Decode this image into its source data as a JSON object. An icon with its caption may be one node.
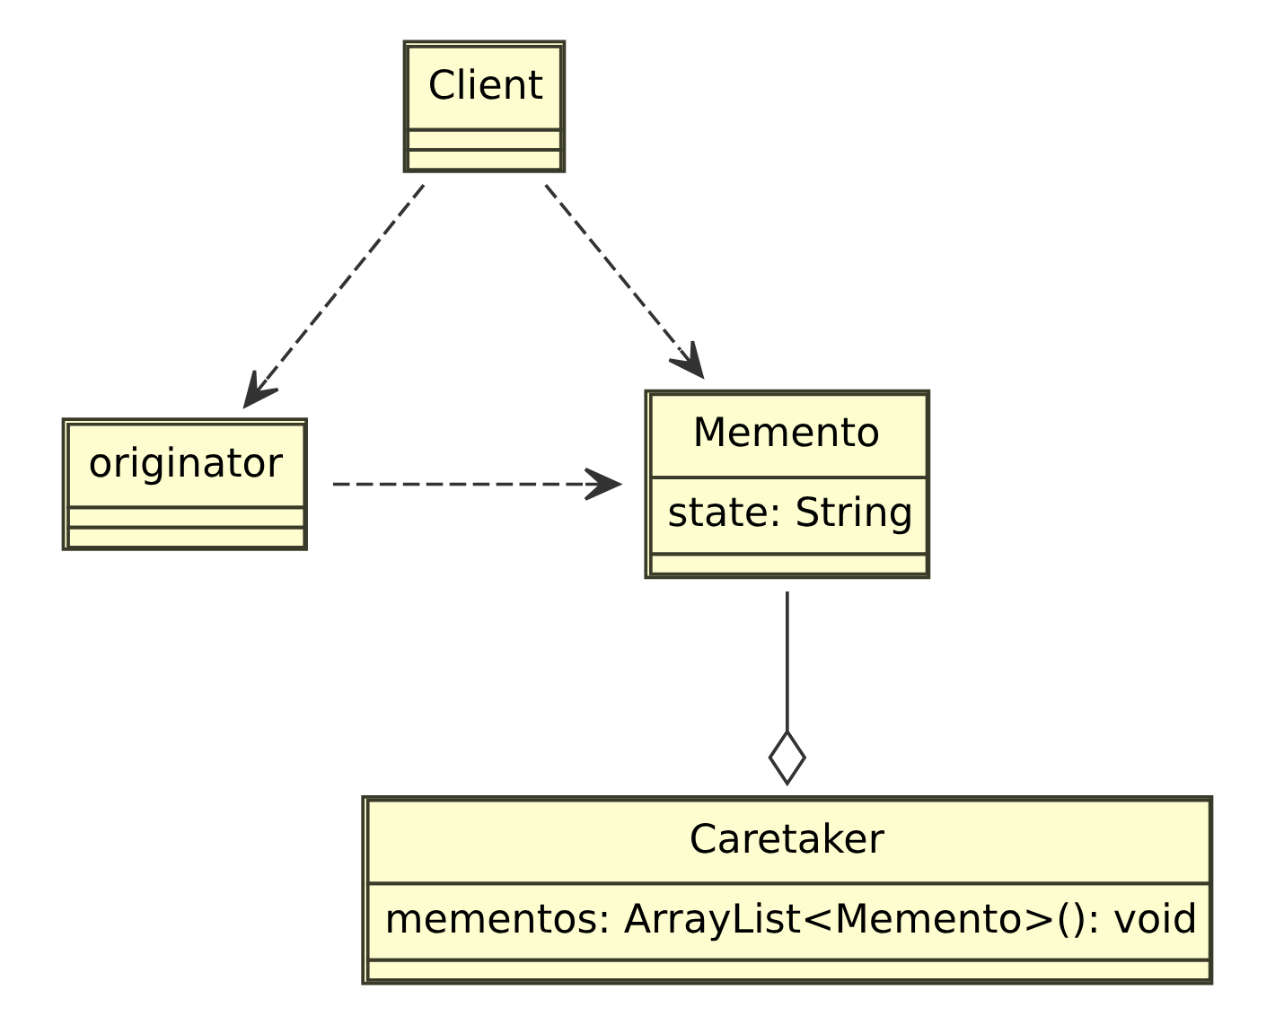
{
  "diagram": {
    "nodes": [
      {
        "text": [
          "Client"
        ]
      },
      {
        "text": [
          "originator"
        ]
      },
      {
        "text": [
          "Memento",
          "state: String"
        ]
      },
      {
        "text": [
          "Caretaker",
          "mementos: ArrayList<Memento>(): void"
        ]
      }
    ],
    "edges": [
      {
        "from": 0,
        "to": 1,
        "arrow": "to",
        "style": "dashed"
      },
      {
        "from": 0,
        "to": 2,
        "arrow": "to",
        "style": "dashed"
      },
      {
        "from": 1,
        "to": 2,
        "arrow": "to",
        "style": "dashed"
      },
      {
        "from": 2,
        "to": 3,
        "arrow": "other"
      }
    ]
  }
}
